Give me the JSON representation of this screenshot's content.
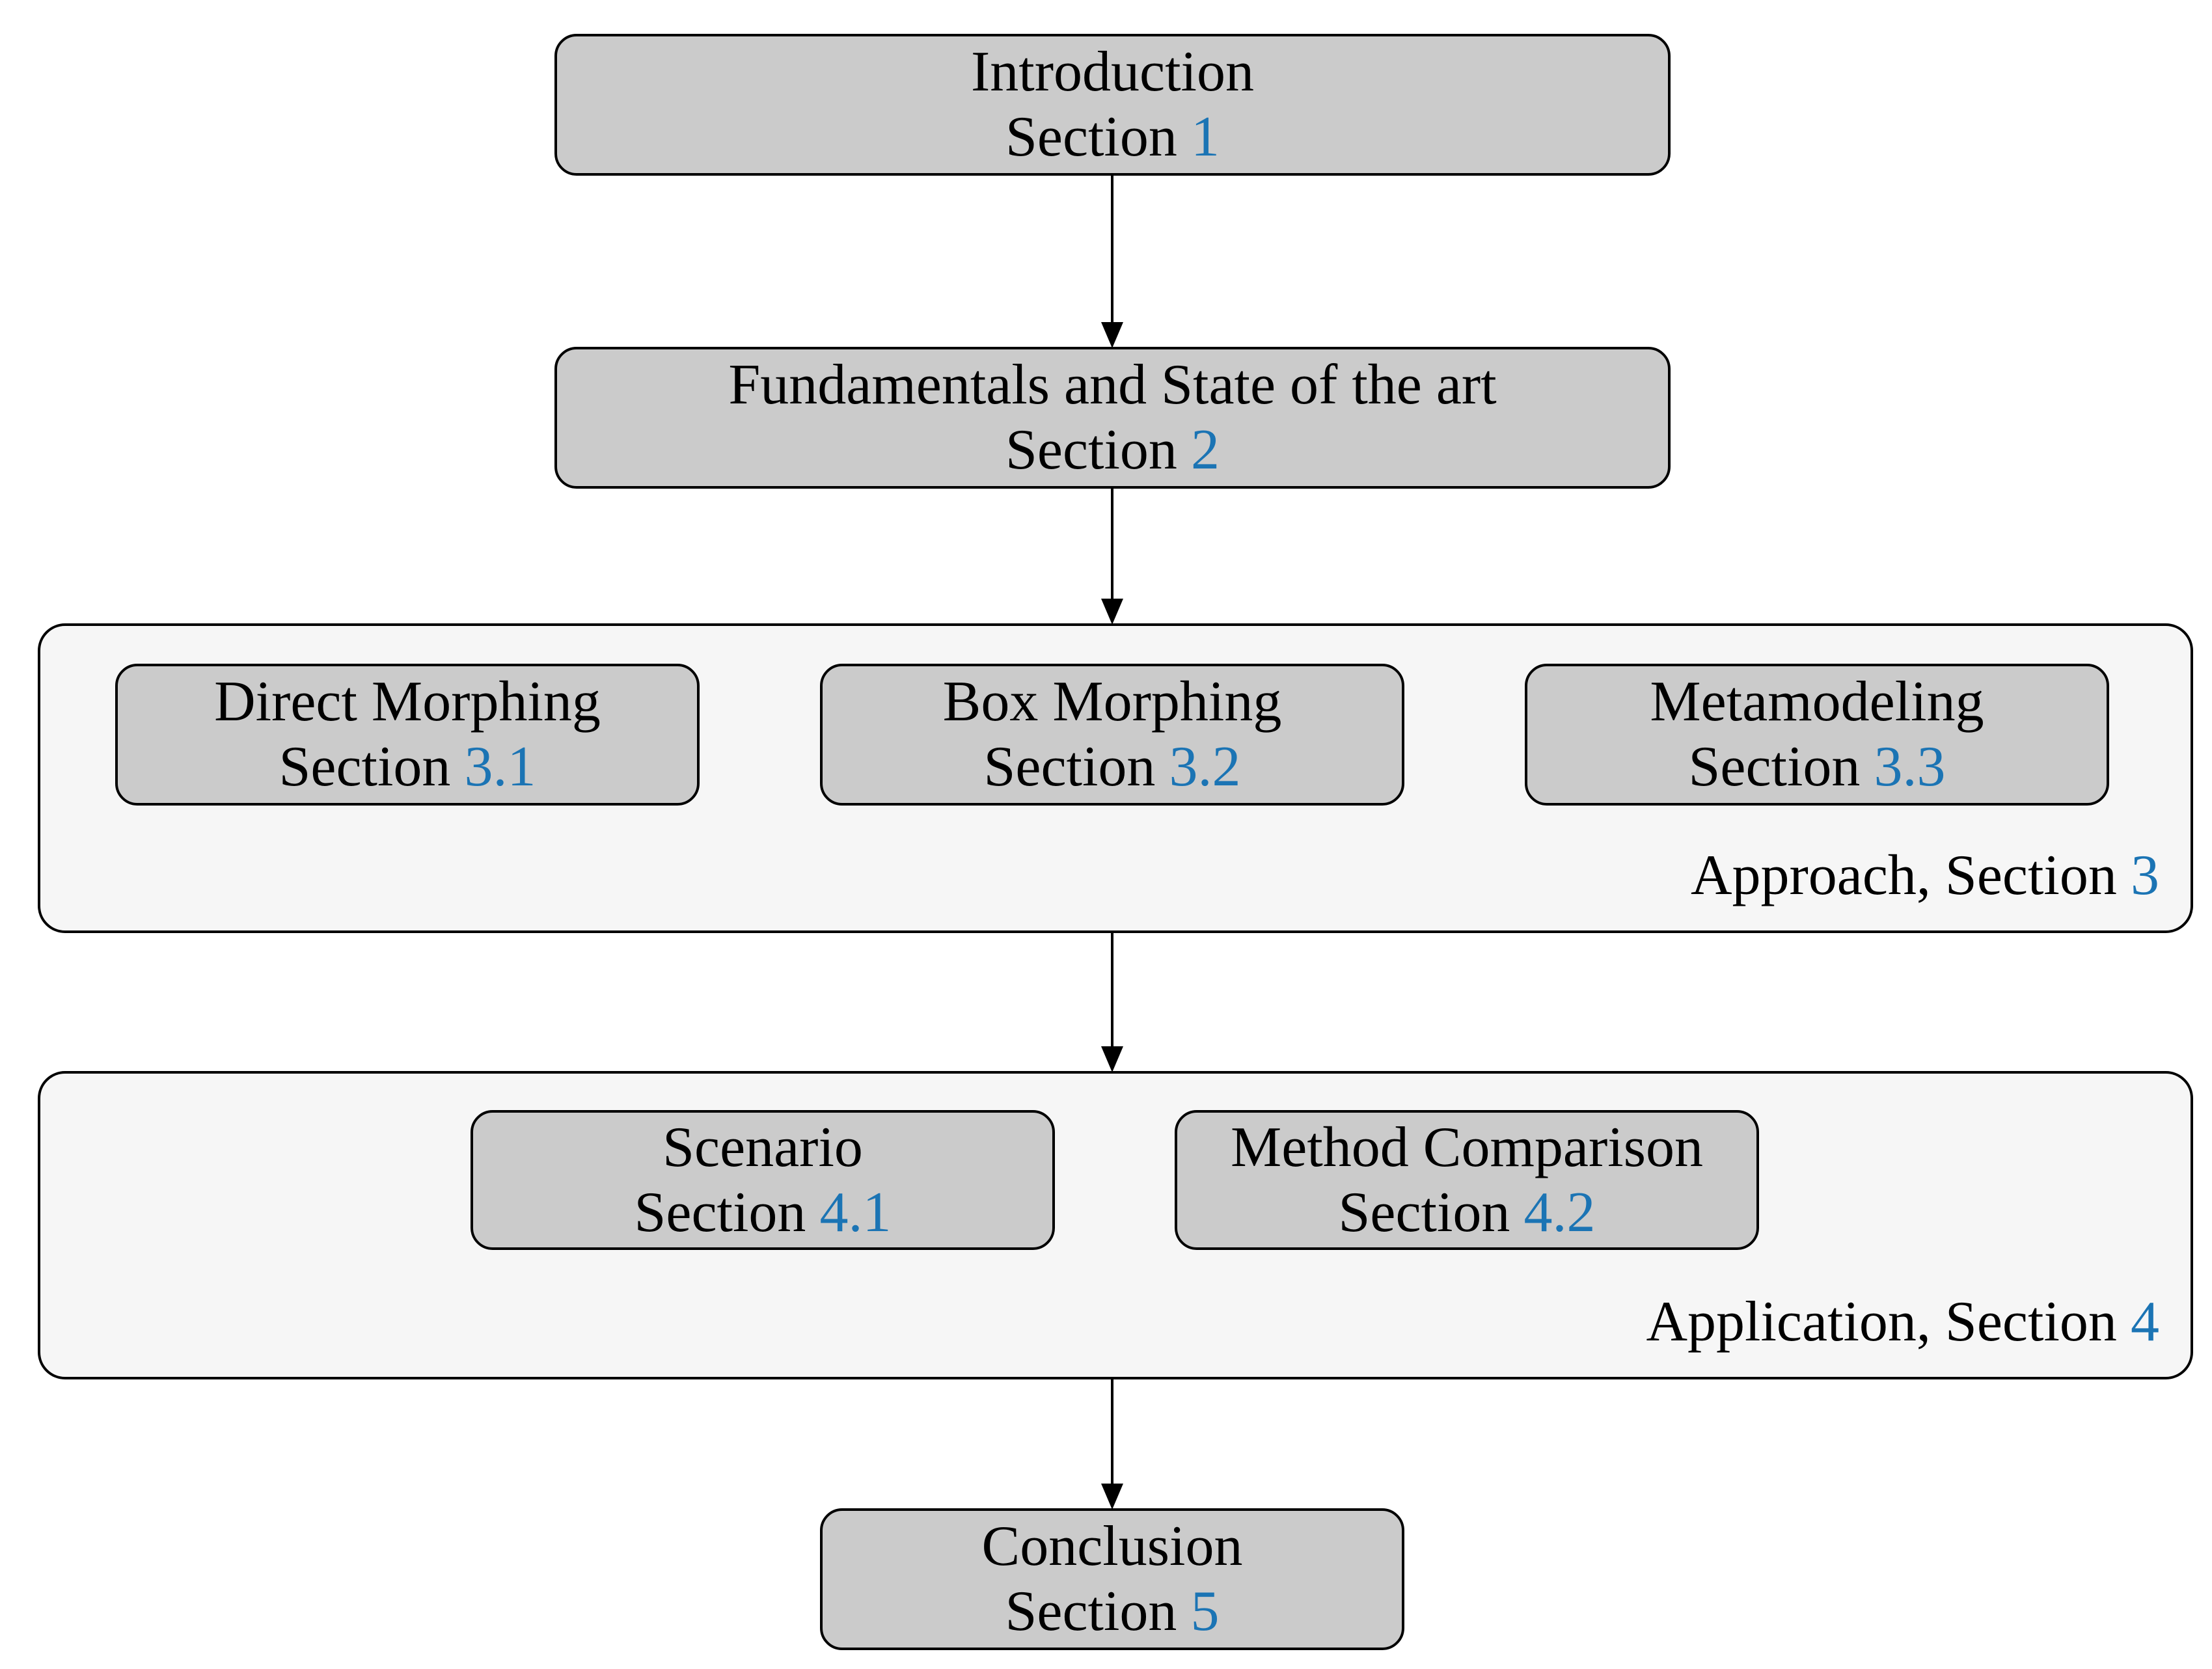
{
  "colors": {
    "node_fill": "#cbcbcb",
    "group_fill": "#f6f6f6",
    "border": "#000000",
    "link": "#1b74b4",
    "background": "#ffffff"
  },
  "nodes": {
    "introduction": {
      "title": "Introduction",
      "section_prefix": "Section",
      "section_number": "1"
    },
    "fundamentals": {
      "title": "Fundamentals and State of the art",
      "section_prefix": "Section",
      "section_number": "2"
    },
    "direct_morphing": {
      "title": "Direct Morphing",
      "section_prefix": "Section",
      "section_number": "3.1"
    },
    "box_morphing": {
      "title": "Box Morphing",
      "section_prefix": "Section",
      "section_number": "3.2"
    },
    "metamodeling": {
      "title": "Metamodeling",
      "section_prefix": "Section",
      "section_number": "3.3"
    },
    "scenario": {
      "title": "Scenario",
      "section_prefix": "Section",
      "section_number": "4.1"
    },
    "method_comparison": {
      "title": "Method Comparison",
      "section_prefix": "Section",
      "section_number": "4.2"
    },
    "conclusion": {
      "title": "Conclusion",
      "section_prefix": "Section",
      "section_number": "5"
    }
  },
  "groups": {
    "approach": {
      "label_prefix": "Approach, Section",
      "section_number": "3"
    },
    "application": {
      "label_prefix": "Application, Section",
      "section_number": "4"
    }
  }
}
